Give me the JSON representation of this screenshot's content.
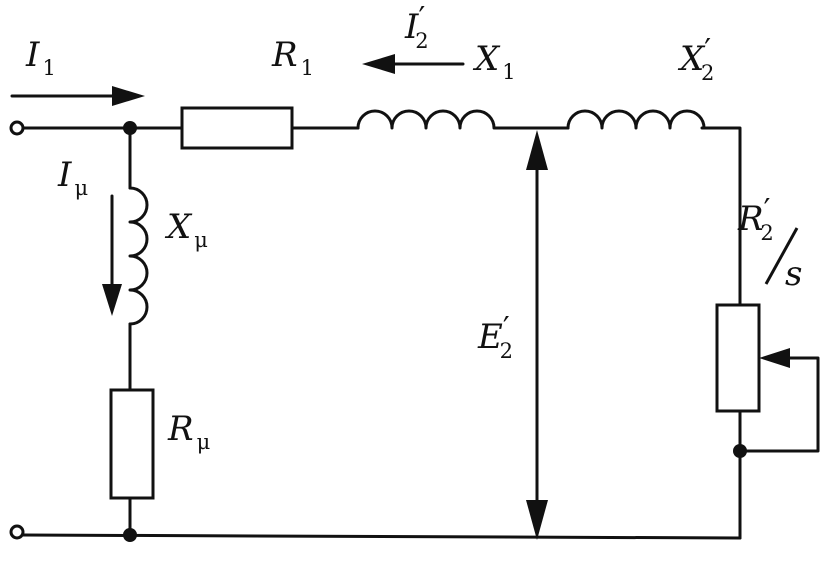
{
  "labels": {
    "I1": {
      "base": "I",
      "sub": "1",
      "prime": ""
    },
    "R1": {
      "base": "R",
      "sub": "1",
      "prime": ""
    },
    "I2p": {
      "base": "I",
      "sub": "2",
      "prime": "′"
    },
    "X1": {
      "base": "X",
      "sub": "1",
      "prime": ""
    },
    "X2p": {
      "base": "X",
      "sub": "2",
      "prime": "′"
    },
    "Imu": {
      "base": "I",
      "sub": "μ",
      "prime": ""
    },
    "Xmu": {
      "base": "X",
      "sub": "μ",
      "prime": ""
    },
    "E2p": {
      "base": "E",
      "sub": "2",
      "prime": "′"
    },
    "R2ps": {
      "base": "R",
      "sub": "2",
      "prime": "′",
      "divisor": "s"
    },
    "Rmu": {
      "base": "R",
      "sub": "μ",
      "prime": ""
    }
  }
}
